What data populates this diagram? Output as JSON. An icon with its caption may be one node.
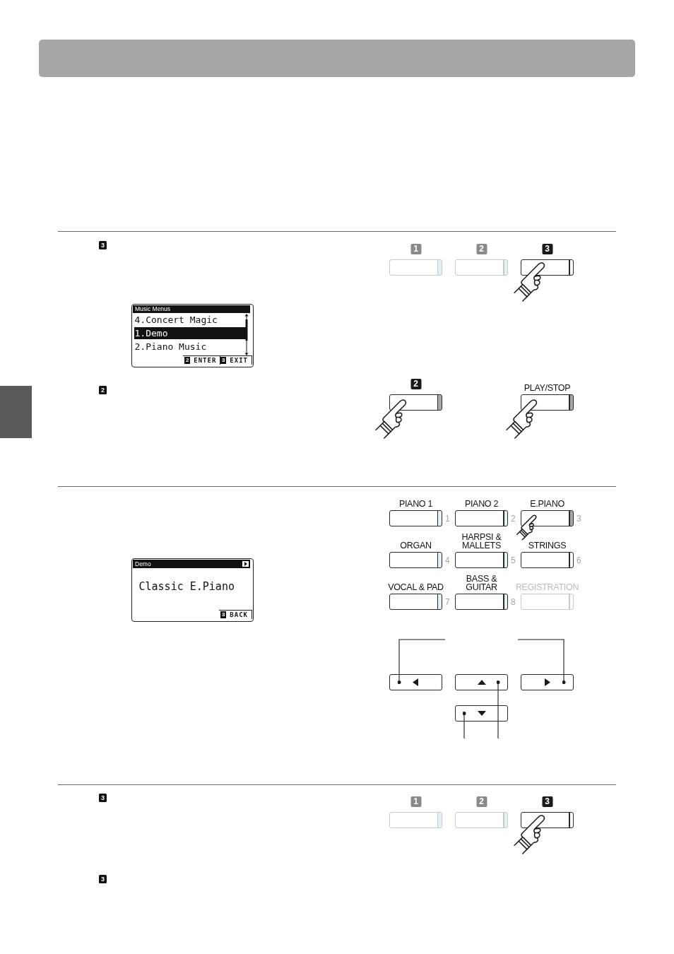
{
  "diagram": {
    "nodes": [
      {
        "text": [
          "1"
        ]
      },
      {
        "text": [
          "2"
        ]
      },
      {
        "text": [
          "3"
        ]
      },
      {
        "text": [
          "Music Menus",
          "4.Concert Magic",
          "1.Demo",
          "2.Piano Music",
          "2",
          "ENTER",
          "3",
          "EXIT"
        ]
      },
      {
        "text": [],
        "shape": "bar"
      },
      {
        "text": [
          "2"
        ]
      },
      {
        "text": [
          "PLAY/STOP"
        ]
      },
      {
        "text": [
          "PIANO 1"
        ],
        "beside": [
          "1"
        ]
      },
      {
        "text": [
          "PIANO 2"
        ],
        "beside": [
          "2"
        ]
      },
      {
        "text": [
          "E.PIANO"
        ],
        "beside": [
          "3"
        ]
      },
      {
        "text": [
          "ORGAN"
        ],
        "beside": [
          "4"
        ]
      },
      {
        "text": [
          "HARPSI & MALLETS"
        ],
        "beside": [
          "5"
        ]
      },
      {
        "text": [
          "STRINGS"
        ],
        "beside": [
          "6"
        ]
      },
      {
        "text": [
          "VOCAL & PAD"
        ],
        "beside": [
          "7"
        ]
      },
      {
        "text": [
          "BASS & GUITAR"
        ],
        "beside": [
          "8"
        ]
      },
      {
        "text": [
          "REGISTRATION"
        ]
      },
      {
        "text": [
          "Demo",
          "Classic E.Piano",
          "3",
          "BACK"
        ]
      },
      {
        "text": [],
        "shape": "box"
      },
      {
        "text": [],
        "shape": "box"
      },
      {
        "text": [],
        "shape": "box"
      },
      {
        "text": [],
        "shape": "box"
      },
      {
        "text": [
          "1"
        ]
      },
      {
        "text": [
          "2"
        ]
      },
      {
        "text": [
          "3"
        ]
      }
    ],
    "edges": [
      {
        "from": null,
        "to": 17,
        "arrow": "other"
      },
      {
        "from": null,
        "to": 19,
        "arrow": "other"
      },
      {
        "from": null,
        "to": 20,
        "arrow": "other"
      },
      {
        "from": null,
        "to": 18,
        "arrow": "other"
      }
    ],
    "labels": [
      "3",
      "2",
      "3",
      "3"
    ]
  }
}
